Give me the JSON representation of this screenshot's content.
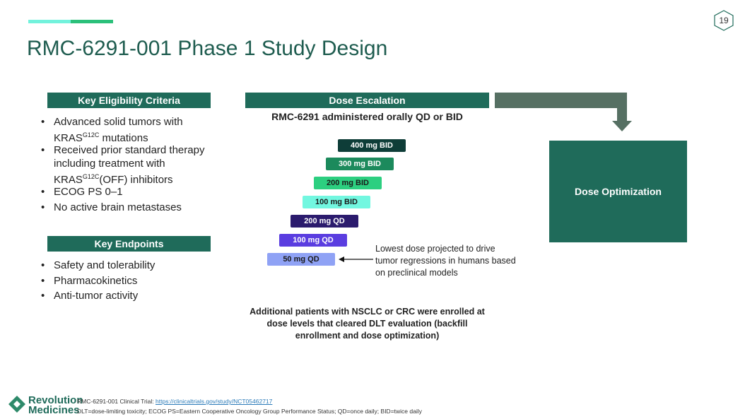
{
  "page_number": "19",
  "title": "RMC-6291-001 Phase 1 Study Design",
  "eligibility": {
    "header": "Key Eligibility Criteria",
    "items": [
      {
        "pre": "Advanced solid tumors with KRAS",
        "sup": "G12C",
        "post": " mutations"
      },
      {
        "pre": "Received prior standard therapy including treatment with KRAS",
        "sup": "G12C",
        "post": "(OFF) inhibitors"
      },
      {
        "pre": "ECOG PS 0–1"
      },
      {
        "pre": "No active brain metastases"
      }
    ]
  },
  "endpoints": {
    "header": "Key Endpoints",
    "items": [
      "Safety and tolerability",
      "Pharmacokinetics",
      "Anti-tumor activity"
    ]
  },
  "escalation": {
    "header": "Dose Escalation",
    "subtitle": "RMC-6291 administered orally QD or BID",
    "doses": [
      {
        "label": "400 mg BID",
        "color": "#0e3d38",
        "text": "#fff"
      },
      {
        "label": "300 mg BID",
        "color": "#1c8a5c",
        "text": "#fff"
      },
      {
        "label": "200 mg BID",
        "color": "#2ccf80",
        "text": "#1a1a1a"
      },
      {
        "label": "100 mg BID",
        "color": "#72f7e0",
        "text": "#1a1a1a"
      },
      {
        "label": "200 mg QD",
        "color": "#2b1b6d",
        "text": "#fff"
      },
      {
        "label": "100 mg QD",
        "color": "#5a3de0",
        "text": "#fff"
      },
      {
        "label": "50 mg QD",
        "color": "#8fa2f5",
        "text": "#1a1a1a"
      }
    ],
    "annotation": "Lowest dose projected to drive tumor regressions in humans based on preclinical models",
    "note": "Additional patients with NSCLC or CRC were enrolled at dose levels that cleared DLT evaluation (backfill enrollment and dose optimization)"
  },
  "optimization": {
    "label": "Dose Optimization"
  },
  "footer": {
    "logo_line1": "Revolution",
    "logo_line2": "Medicines",
    "trial_label": "RMC-6291-001 Clinical Trial: ",
    "trial_link": "https://clinicaltrials.gov/study/NCT05462717",
    "abbreviations": "DLT=dose-limiting toxicity; ECOG PS=Eastern Cooperative Oncology Group Performance Status; QD=once daily; BID=twice daily"
  }
}
